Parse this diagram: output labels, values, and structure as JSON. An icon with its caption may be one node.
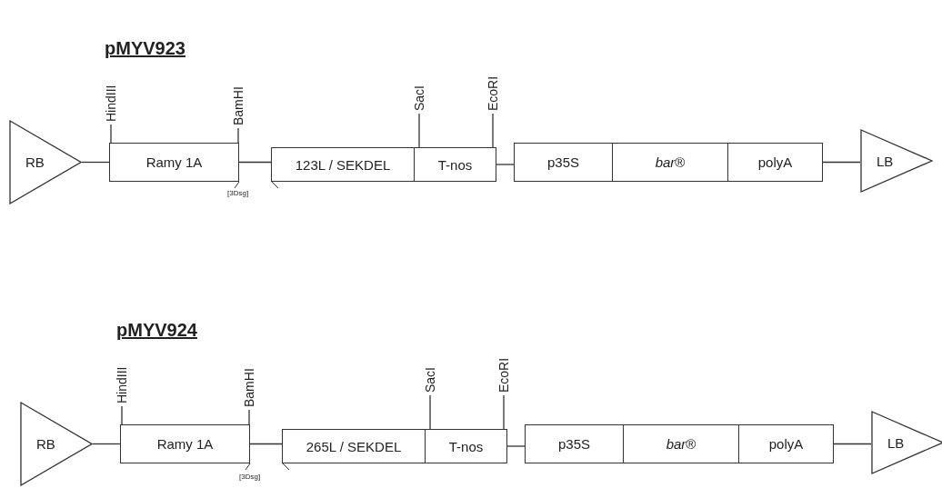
{
  "diagram": {
    "nodes": [
      {
        "text": [
          "RB"
        ]
      },
      {
        "text": [
          "Ramy 1A"
        ]
      },
      {
        "text": [
          "123L  / SEKDEL"
        ]
      },
      {
        "text": [
          "T-nos"
        ]
      },
      {
        "text": [
          "p35S"
        ]
      },
      {
        "text": [
          "*bar*®"
        ]
      },
      {
        "text": [
          "polyA"
        ]
      },
      {
        "text": [
          "LB"
        ]
      },
      {
        "text": [
          "HindIII"
        ]
      },
      {
        "text": [
          "BamHI"
        ]
      },
      {
        "text": [
          "SacI"
        ]
      },
      {
        "text": [
          "EcoRI"
        ]
      },
      {
        "text": [
          "RB"
        ]
      },
      {
        "text": [
          "Ramy 1A"
        ]
      },
      {
        "text": [
          "265L  / SEKDEL"
        ]
      },
      {
        "text": [
          "T-nos"
        ]
      },
      {
        "text": [
          "p35S"
        ]
      },
      {
        "text": [
          "*bar*®"
        ]
      },
      {
        "text": [
          "polyA"
        ]
      },
      {
        "text": [
          "LB"
        ]
      },
      {
        "text": [
          "HindIII"
        ]
      },
      {
        "text": [
          "BamHI"
        ]
      },
      {
        "text": [
          "SacI"
        ]
      },
      {
        "text": [
          "EcoRI"
        ]
      }
    ],
    "edges": [
      {
        "from": 0,
        "to": 1,
        "arrow": "none"
      },
      {
        "from": 1,
        "to": 2,
        "arrow": "none"
      },
      {
        "from": 3,
        "to": 4,
        "arrow": "none"
      },
      {
        "from": 6,
        "to": 7,
        "arrow": "none"
      },
      {
        "from": 8,
        "to": 1,
        "arrow": "none"
      },
      {
        "from": 9,
        "to": 1,
        "arrow": "none"
      },
      {
        "from": 10,
        "to": 3,
        "arrow": "none"
      },
      {
        "from": 11,
        "to": 3,
        "arrow": "none"
      },
      {
        "from": 12,
        "to": 13,
        "arrow": "none"
      },
      {
        "from": 13,
        "to": 14,
        "arrow": "none"
      },
      {
        "from": 15,
        "to": 16,
        "arrow": "none"
      },
      {
        "from": 18,
        "to": 19,
        "arrow": "none"
      },
      {
        "from": 20,
        "to": 13,
        "arrow": "none"
      },
      {
        "from": 21,
        "to": 13,
        "arrow": "none"
      },
      {
        "from": 22,
        "to": 15,
        "arrow": "none"
      },
      {
        "from": 23,
        "to": 15,
        "arrow": "none"
      }
    ],
    "labels": [
      "pMYV923",
      "[3Dsg]",
      "pMYV924",
      "[3Dsg]"
    ]
  }
}
